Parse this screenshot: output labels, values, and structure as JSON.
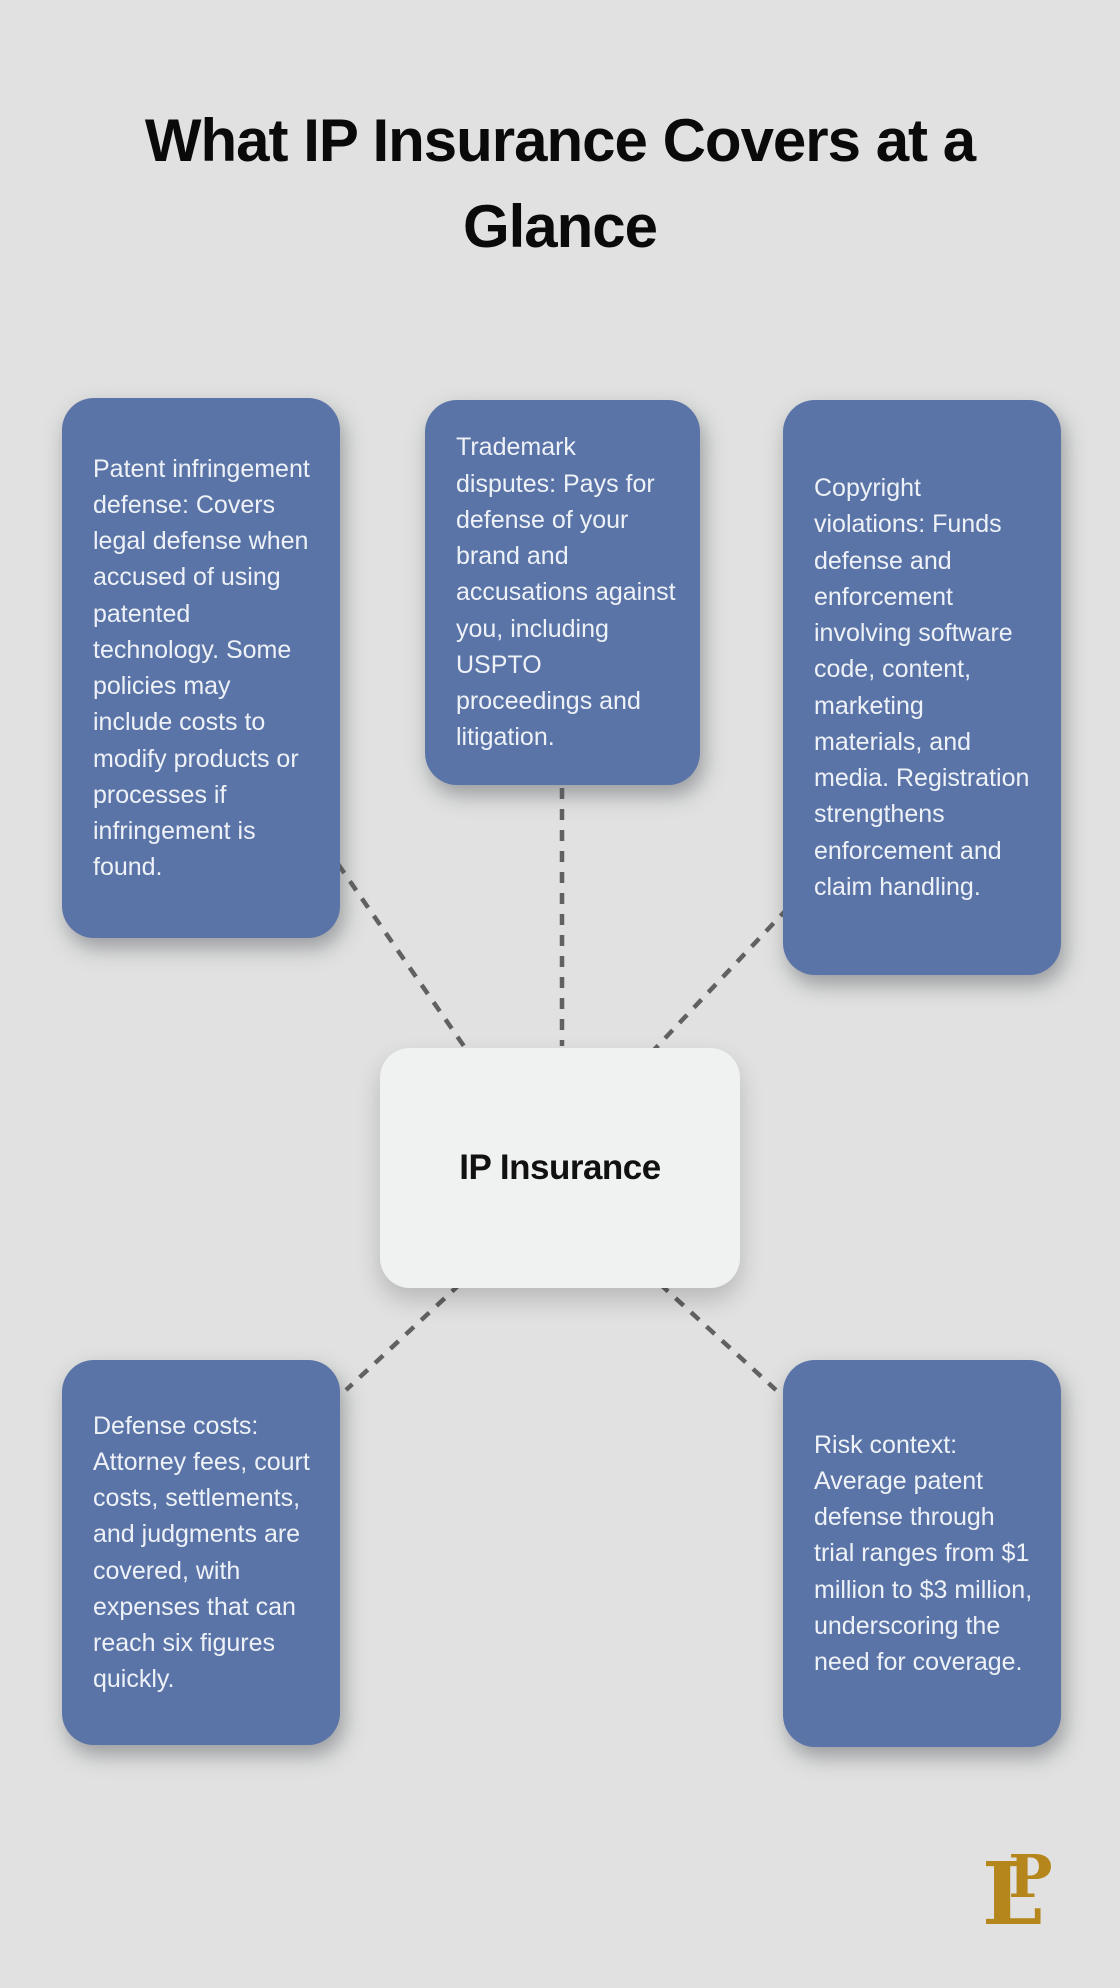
{
  "title": {
    "text": "What IP Insurance Covers at a Glance"
  },
  "center_node": {
    "label": "IP Insurance"
  },
  "nodes": [
    {
      "id": "patent-infringement-defense",
      "text": "Patent infringement defense: Covers legal defense when accused of using patented technology. Some policies may include costs to modify products or processes if infringement is found."
    },
    {
      "id": "trademark-disputes",
      "text": "Trademark disputes: Pays for defense of your brand and accusations against you, including USPTO proceedings and litigation."
    },
    {
      "id": "copyright-violations",
      "text": "Copyright violations: Funds defense and enforcement involving software code, content, marketing materials, and media. Registration strengthens enforcement and claim handling."
    },
    {
      "id": "defense-costs",
      "text": "Defense costs: Attorney fees, court costs, settlements, and judgments are covered, with expenses that can reach six figures quickly."
    },
    {
      "id": "risk-context",
      "text": "Risk context: Average patent defense through trial ranges from $1 million to $3 million, underscoring the need for coverage."
    }
  ],
  "logo": {
    "letters": {
      "l": "L",
      "p": "P"
    }
  },
  "colors": {
    "background": "#e0e1e0",
    "node_fill": "#5a74a8",
    "node_text": "#eef2f7",
    "center_fill": "#f0f1f1",
    "center_text": "#111111",
    "title_text": "#0a0a0a",
    "connector": "#616161",
    "logo_gold": "#b5861b"
  }
}
